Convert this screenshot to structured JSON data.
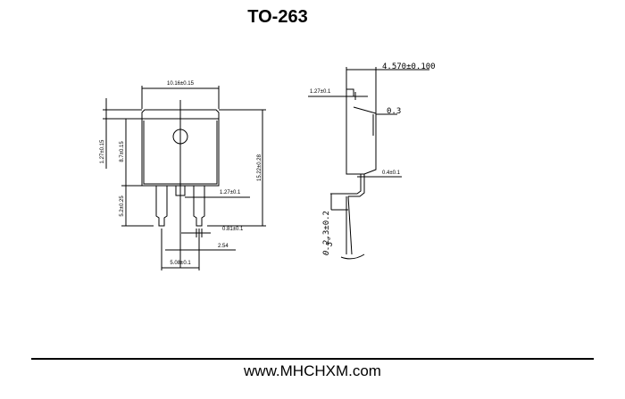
{
  "title": "TO-263",
  "footer": "www.MHCHXM.com",
  "front_view": {
    "width": "10.16±0.15",
    "tab_height": "1.27±0.15",
    "body_height": "8.7±0.15",
    "lead_length": "5.2±0.25",
    "total_height": "15.22±0.28",
    "lead_width_wide": "1.27±0.1",
    "lead_width": "0.81±0.1",
    "pitch": "2.54",
    "lead_span": "5.08±0.1"
  },
  "side_view": {
    "thickness": "4.570±0.100",
    "tab_thickness": "1.27±0.1",
    "offset": "0.3",
    "lead_thickness": "0.4±0.1",
    "standoff": "2.3±0.2",
    "angle": "0-5°"
  }
}
